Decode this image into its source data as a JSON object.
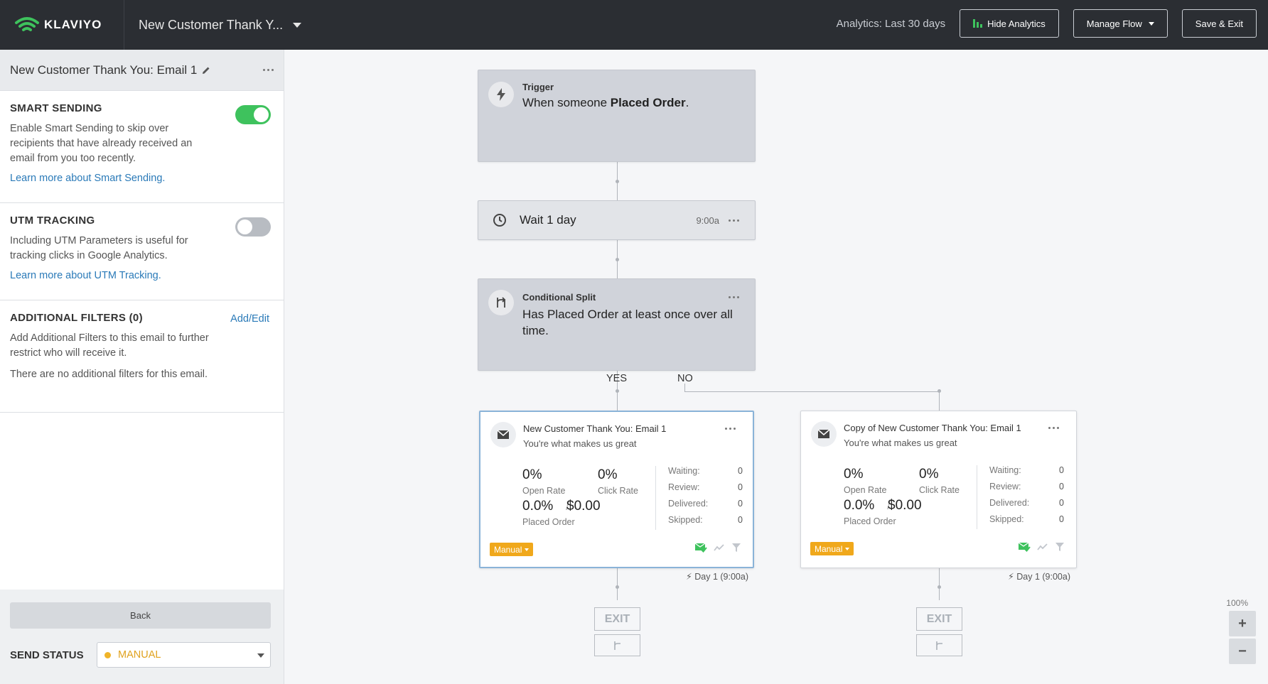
{
  "app": {
    "brand": "KLAVIYO",
    "flow_title": "New Customer Thank Y..."
  },
  "topbar": {
    "analytics_label": "Analytics: Last 30 days",
    "hide_analytics": "Hide Analytics",
    "manage_flow": "Manage Flow",
    "save_exit": "Save & Exit"
  },
  "sidebar": {
    "title": "New Customer Thank You: Email 1",
    "smart_sending": {
      "title": "SMART SENDING",
      "text": "Enable Smart Sending to skip over recipients that have already received an email from you too recently.",
      "link": "Learn more about Smart Sending.",
      "enabled": true
    },
    "utm_tracking": {
      "title": "UTM TRACKING",
      "text": "Including UTM Parameters is useful for tracking clicks in Google Analytics.",
      "link": "Learn more about UTM Tracking.",
      "enabled": false
    },
    "filters": {
      "title": "ADDITIONAL FILTERS (0)",
      "action": "Add/Edit",
      "text": "Add Additional Filters to this email to further restrict who will receive it.",
      "empty": "There are no additional filters for this email."
    },
    "back": "Back",
    "send_status": {
      "label": "SEND STATUS",
      "value": "MANUAL"
    }
  },
  "flow": {
    "trigger": {
      "label": "Trigger",
      "text_prefix": "When someone ",
      "text_bold": "Placed Order",
      "text_suffix": "."
    },
    "wait": {
      "text": "Wait 1 day",
      "time": "9:00a"
    },
    "split": {
      "label": "Conditional Split",
      "text": "Has Placed Order at least once over all time."
    },
    "yes": "YES",
    "no": "NO",
    "emails": [
      {
        "title": "New Customer Thank You: Email 1",
        "subject": "You're what makes us great",
        "open_rate": "0%",
        "open_label": "Open Rate",
        "click_rate": "0%",
        "click_label": "Click Rate",
        "conversion": "0.0%",
        "revenue": "$0.00",
        "conversion_label": "Placed Order",
        "waiting_label": "Waiting:",
        "waiting": "0",
        "review_label": "Review:",
        "review": "0",
        "delivered_label": "Delivered:",
        "delivered": "0",
        "skipped_label": "Skipped:",
        "skipped": "0",
        "status": "Manual",
        "day": "Day 1 (9:00a)",
        "exit": "EXIT"
      },
      {
        "title": "Copy of New Customer Thank You: Email 1",
        "subject": "You're what makes us great",
        "open_rate": "0%",
        "open_label": "Open Rate",
        "click_rate": "0%",
        "click_label": "Click Rate",
        "conversion": "0.0%",
        "revenue": "$0.00",
        "conversion_label": "Placed Order",
        "waiting_label": "Waiting:",
        "waiting": "0",
        "review_label": "Review:",
        "review": "0",
        "delivered_label": "Delivered:",
        "delivered": "0",
        "skipped_label": "Skipped:",
        "skipped": "0",
        "status": "Manual",
        "day": "Day 1 (9:00a)",
        "exit": "EXIT"
      }
    ]
  },
  "zoom": {
    "level": "100%",
    "plus": "+",
    "minus": "−"
  },
  "colors": {
    "accent_green": "#3ec25d",
    "link_blue": "#2a7ab8",
    "manual_orange": "#f0a81b",
    "topbar": "#2b2e33"
  }
}
